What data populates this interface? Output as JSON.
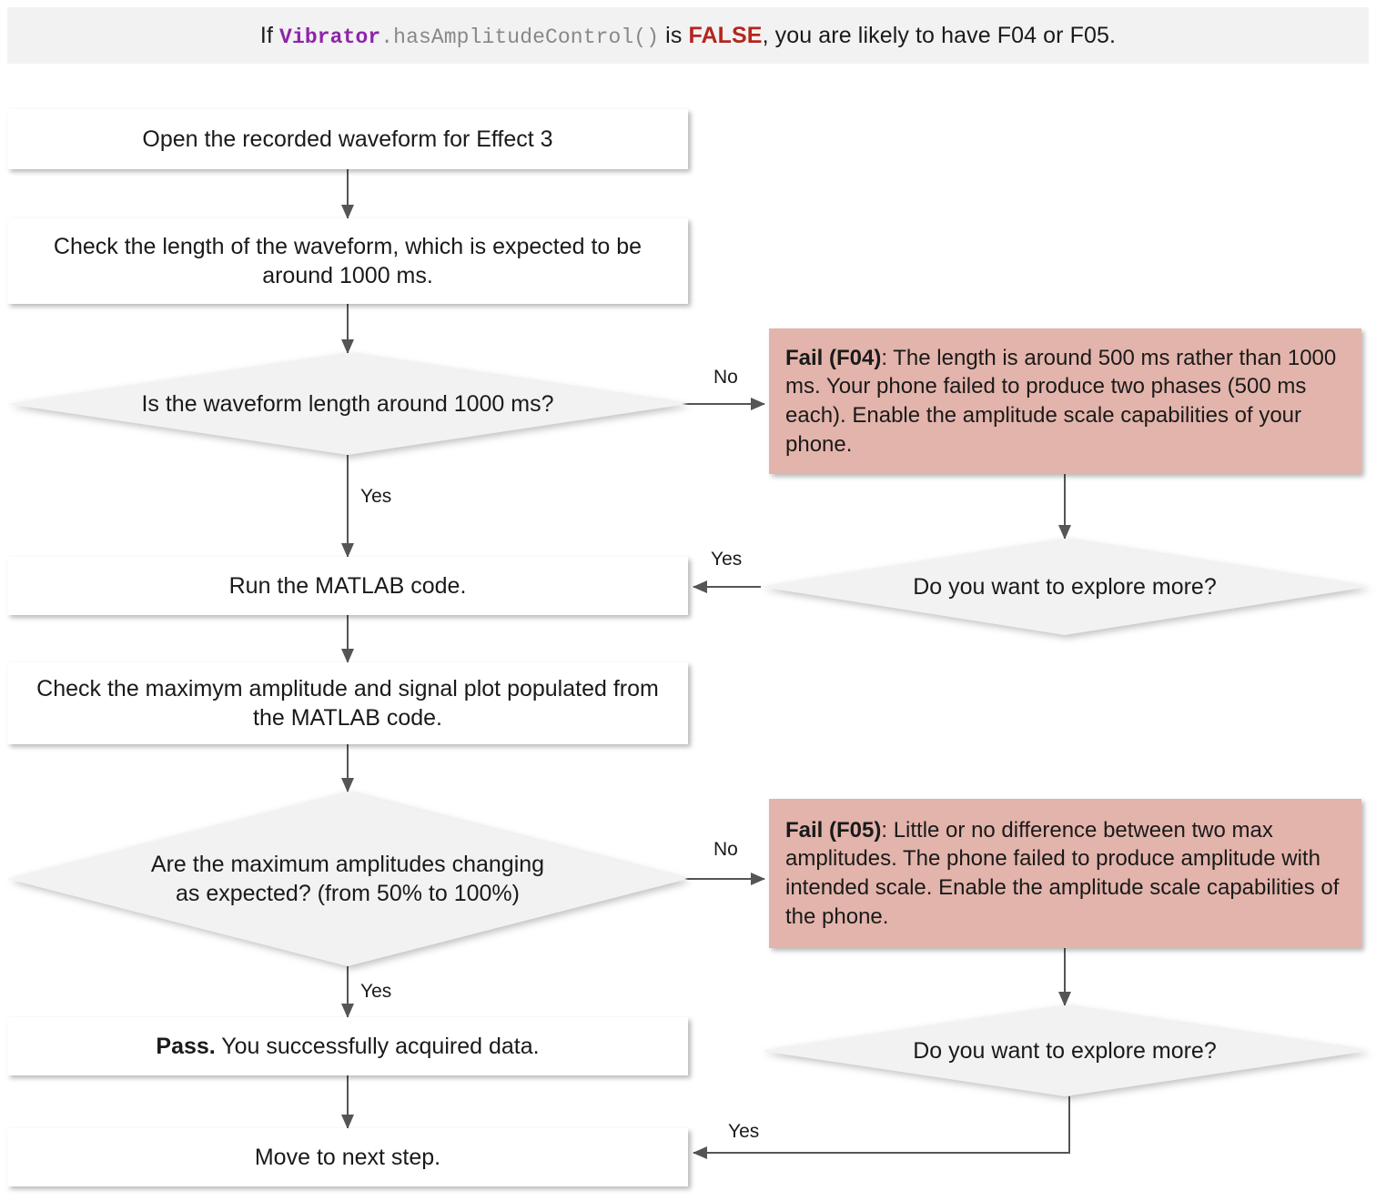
{
  "header": {
    "prefix": "If ",
    "class_name": "Vibrator",
    "method": ".hasAmplitudeControl()",
    "middle": " is ",
    "keyword": "FALSE",
    "suffix": ", you are likely to have F04 or F05."
  },
  "colors": {
    "banner_bg": "#f2f2f2",
    "class_name": "#8e24aa",
    "method": "#888888",
    "keyword": "#b3261e",
    "fail_bg": "#e3b4ab",
    "diamond_fill": "#f2f2f2",
    "box_bg": "#ffffff",
    "edge_stroke": "#555555"
  },
  "nodes": {
    "open_waveform": "Open the recorded waveform for Effect 3",
    "check_length": "Check the length of the waveform, which is expected to be around 1000 ms.",
    "decision_length": "Is the waveform length around 1000 ms?",
    "fail_f04_bold": "Fail (F04)",
    "fail_f04_rest": ": The length is around 500 ms rather than 1000 ms. Your phone failed to produce two phases (500 ms each). Enable the amplitude scale capabilities of your phone.",
    "explore_more_top": "Do you want to explore more?",
    "run_matlab": "Run the MATLAB code.",
    "check_amplitude": "Check the maximym amplitude and signal plot populated from the MATLAB code.",
    "decision_amplitude": "Are the maximum amplitudes changing as expected? (from 50% to 100%)",
    "fail_f05_bold": "Fail (F05)",
    "fail_f05_rest": ": Little or no difference between two max amplitudes. The phone failed to produce amplitude with intended scale. Enable the amplitude scale capabilities of the phone.",
    "explore_more_bottom": "Do you want to explore more?",
    "pass_bold": "Pass.",
    "pass_rest": " You successfully acquired data.",
    "move_next": "Move to next step."
  },
  "edge_labels": {
    "length_no": "No",
    "length_yes": "Yes",
    "explore_top_yes": "Yes",
    "amplitude_no": "No",
    "amplitude_yes": "Yes",
    "explore_bottom_yes": "Yes"
  }
}
